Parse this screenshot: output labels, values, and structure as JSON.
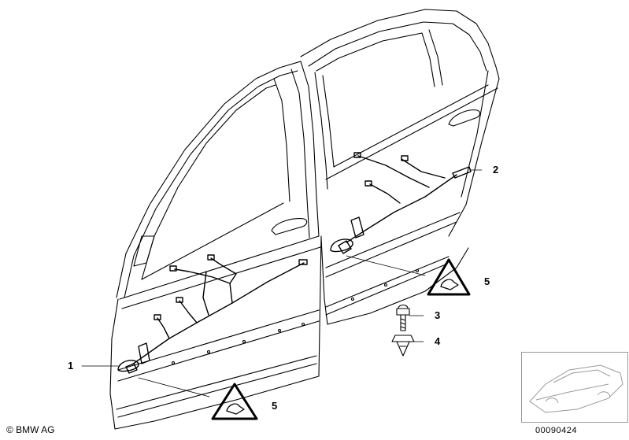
{
  "callouts": {
    "front_harness": "1",
    "rear_harness": "2",
    "screw": "3",
    "clip_nut": "4",
    "warning_rear": "5",
    "warning_front": "5"
  },
  "footer": {
    "copyright": "© BMW AG",
    "doc_number": "00090424"
  },
  "colors": {
    "line": "#000000",
    "thumb_border": "#9a9a9a"
  },
  "icons": [
    "front-door-outline",
    "rear-door-outline",
    "wiring-harness",
    "connector-plug",
    "screw-icon",
    "clip-nut-icon",
    "warning-triangle-icon",
    "car-overview-thumbnail"
  ]
}
